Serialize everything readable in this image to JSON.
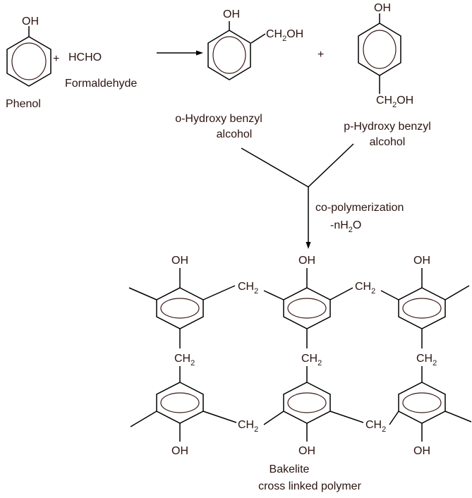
{
  "reactants": {
    "phenol": {
      "group": "OH",
      "label": "Phenol"
    },
    "plus1": "+",
    "formaldehyde": {
      "formula": "HCHO",
      "label": "Formaldehyde"
    }
  },
  "products": {
    "ortho": {
      "group": "OH",
      "substituent": {
        "main": "CH",
        "sub": "2",
        "tail": "OH"
      },
      "label_line1": "o-Hydroxy benzyl",
      "label_line2": "alcohol"
    },
    "plus2": "+",
    "para": {
      "group": "OH",
      "substituent": {
        "main": "CH",
        "sub": "2",
        "tail": "OH"
      },
      "label_line1": "p-Hydroxy benzyl",
      "label_line2": "alcohol"
    }
  },
  "condition": {
    "line1": "co-polymerization",
    "line2": {
      "pre": "-nH",
      "sub": "2",
      "post": "O"
    }
  },
  "polymer": {
    "oh": "OH",
    "ch2": {
      "main": "CH",
      "sub": "2"
    },
    "label_line1": "Bakelite",
    "label_line2": "cross linked polymer"
  }
}
